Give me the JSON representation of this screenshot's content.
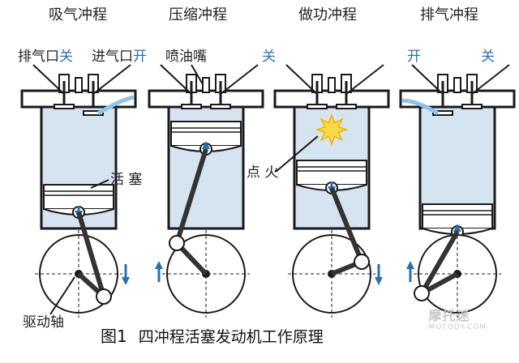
{
  "strokes": [
    {
      "title": "吸气冲程",
      "valve_left": "排气口",
      "valve_left_state": "关",
      "valve_right": "进气口",
      "valve_right_state": "开",
      "note": "活 塞"
    },
    {
      "title": "压缩冲程",
      "valve_left": "喷油嘴",
      "valve_left_state": "",
      "valve_right": "",
      "valve_right_state": "关",
      "note": ""
    },
    {
      "title": "做功冲程",
      "valve_left": "",
      "valve_left_state": "",
      "valve_right": "",
      "valve_right_state": "",
      "note": "点 火"
    },
    {
      "title": "排气冲程",
      "valve_left": "",
      "valve_left_state": "开",
      "valve_right": "",
      "valve_right_state": "关",
      "note": ""
    }
  ],
  "crank_label": "驱动轴",
  "figure": {
    "number": "图1",
    "caption": "四冲程活塞发动机工作原理"
  },
  "watermark": {
    "text": "摩托迷",
    "url": "MOTODY.COM"
  },
  "colors": {
    "cylinder": "#d6e4f2",
    "outline": "#1a1a1a",
    "arrow": "#2a6fb0",
    "spark": "#ffd84a"
  }
}
